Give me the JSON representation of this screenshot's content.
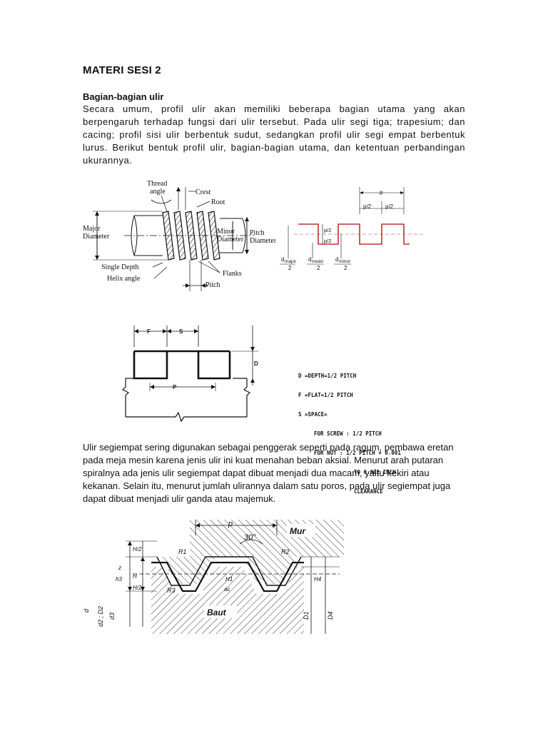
{
  "document": {
    "title": "MATERI SESI 2",
    "section_heading": "Bagian-bagian ulir",
    "paragraph1": "Secara umum, profil ulir akan memiliki beberapa bagian utama yang akan berpengaruh terhadap fungsi dari ulir tersebut. Pada ulir segi tiga; trapesium; dan cacing; profil sisi ulir berbentuk sudut, sedangkan profil ulir segi empat berbentuk lurus. Berikut bentuk profil ulir, bagian-bagian utama, dan ketentuan perbandingan ukurannya.",
    "paragraph2": "Ulir segiempat sering digunakan sebagai penggerak seperti pada ragum, pembawa eretan pada meja mesin karena jenis ulir ini kuat menahan beban aksial. Menurut arah putaran spiralnya ada jenis ulir segiempat dapat dibuat menjadi dua macam, yaitu kekiri atau kekanan. Selain itu, menurut jumlah ulirannya dalam satu poros, pada ulir segiempat juga dapat dibuat menjadi ulir ganda atau majemuk."
  },
  "figure_thread_parts": {
    "thread_angle_line1": "Thread",
    "thread_angle_line2": "angle",
    "crest": "Crest",
    "root": "Root",
    "major_line1": "Major",
    "major_line2": "Diameter",
    "minor_line1": "Minor",
    "minor_line2": "Diameter",
    "pitch_dia_line1": "Pitch",
    "pitch_dia_line2": "Diameter",
    "single_depth": "Single Depth",
    "helix_angle": "Helix angle",
    "flanks": "Flanks",
    "pitch": "Pitch"
  },
  "figure_square_profile": {
    "p": "p",
    "p_half_a": "p/2",
    "p_half_b": "p/2",
    "p_half_c": "p/2",
    "p_half_d": "p/2",
    "d_major": "d",
    "d_major_sub": "major",
    "d_mean": "d",
    "d_mean_sub": "mean",
    "d_minor": "d",
    "d_minor_sub": "minor",
    "two_a": "2",
    "two_b": "2",
    "two_c": "2"
  },
  "figure_square_thread": {
    "F": "F",
    "S": "S",
    "D": "D",
    "P": "P"
  },
  "figure_square_notes": {
    "line1": "D =DEPTH=1/2 PITCH",
    "line2": "F =FLAT=1/2 PITCH",
    "line3": "S =SPACE=",
    "line4": "FOR SCREW : 1/2 PITCH",
    "line5": "FOR NUT : 1/2 PITCH + 0.001",
    "line6": "TO 0.002 INCH",
    "line7": "CLEARANCE"
  },
  "figure_trapezoid": {
    "p": "p",
    "angle": "30°",
    "mur": "Mur",
    "baut": "Baut",
    "R1": "R1",
    "R2": "R2",
    "R3": "R3",
    "H_half_top": "H/2",
    "H_half_bot": "H/2",
    "H": "H",
    "z": "z",
    "h3": "h3",
    "d": "d",
    "d2D2": "d2 ; D2",
    "d3": "d3",
    "H1": "H1",
    "ac": "ac",
    "H4": "H4",
    "D1": "D1",
    "D4": "D4"
  }
}
